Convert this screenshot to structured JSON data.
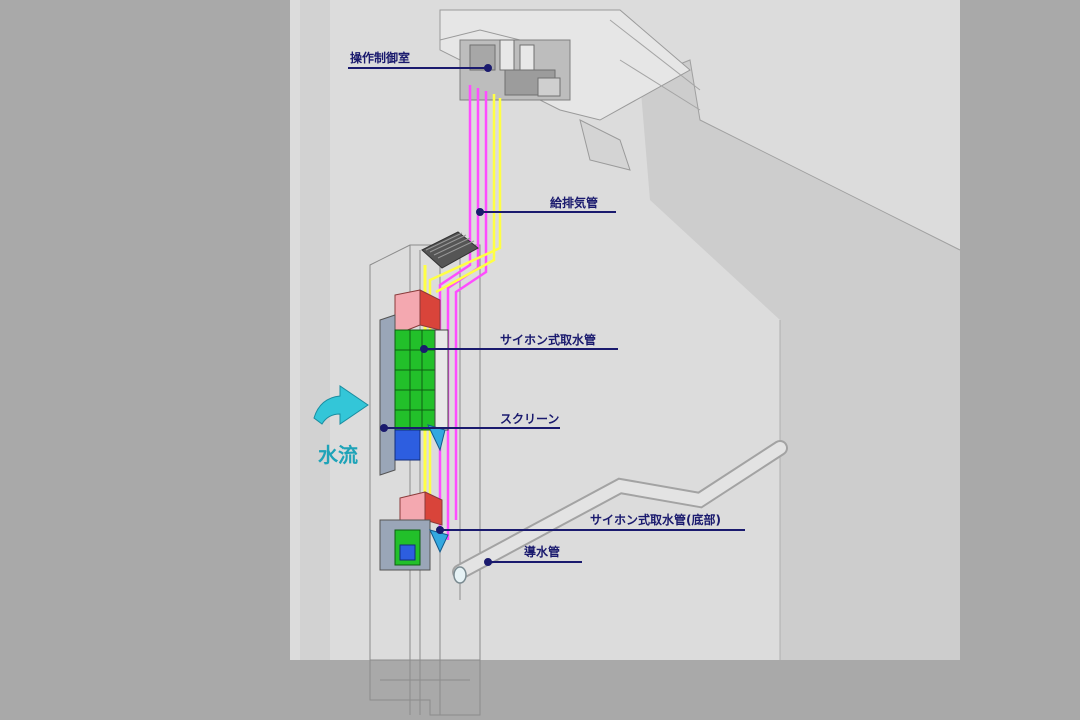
{
  "labels": {
    "control_room": "操作制御室",
    "air_pipe": "給排気管",
    "siphon_intake": "サイホン式取水管",
    "screen": "スクリーン",
    "siphon_intake_bottom": "サイホン式取水管(底部)",
    "conduit": "導水管",
    "water_flow": "水流"
  },
  "colors": {
    "background": "#a9a9a9",
    "dam_face": "#dcdcdc",
    "dam_side": "#cfcfcf",
    "label_text": "#1a1a6e",
    "leader_line": "#1a1a6e",
    "pipe_magenta": "#ff4cff",
    "pipe_yellow": "#ffff44",
    "screen_green": "#22c02a",
    "hood_red": "#d9443a",
    "hood_pink": "#f4a8b0",
    "flow_arrow": "#33c6d8"
  }
}
